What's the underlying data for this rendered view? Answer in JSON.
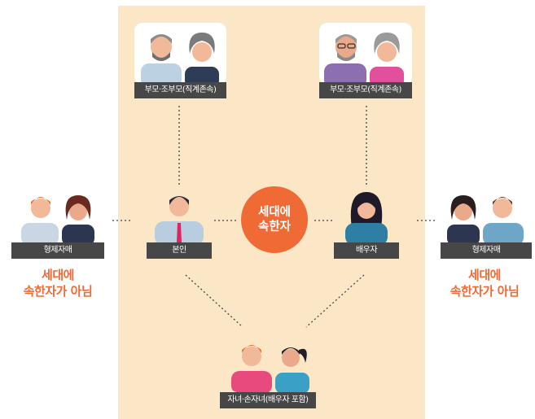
{
  "labels": {
    "parents_left": "부모·조부모(직계존속)",
    "parents_right": "부모·조부모(직계존속)",
    "siblings_left": "형제자매",
    "siblings_right": "형제자매",
    "self": "본인",
    "spouse": "배우자",
    "children": "자녀·손자녀(배우자 포함)"
  },
  "center": {
    "line1": "세대에",
    "line2": "속한자"
  },
  "not_household_left": {
    "line1": "세대에",
    "line2": "속한자가 아님"
  },
  "not_household_right": {
    "line1": "세대에",
    "line2": "속한자가 아님"
  },
  "colors": {
    "accent": "#f06a35",
    "household_bg": "#fbe6c6",
    "label_bg": "#474747"
  }
}
